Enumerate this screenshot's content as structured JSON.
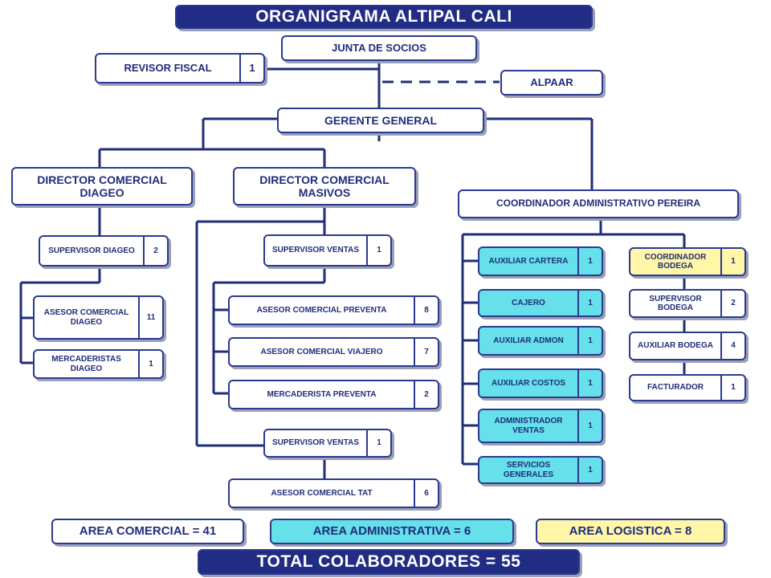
{
  "title": "ORGANIGRAMA ALTIPAL CALI",
  "junta": "JUNTA DE SOCIOS",
  "revisor": {
    "label": "REVISOR FISCAL",
    "count": "1"
  },
  "alpaar": "ALPAAR",
  "gerente": "GERENTE GENERAL",
  "dir_diageo": "DIRECTOR  COMERCIAL DIAGEO",
  "dir_masivos": "DIRECTOR COMERCIAL MASIVOS",
  "coord_admin": "COORDINADOR ADMINISTRATIVO PEREIRA",
  "diageo": {
    "supervisor": {
      "label": "SUPERVISOR DIAGEO",
      "count": "2"
    },
    "asesor": {
      "label": "ASESOR COMERCIAL DIAGEO",
      "count": "11"
    },
    "mercaderistas": {
      "label": "MERCADERISTAS DIAGEO",
      "count": "1"
    }
  },
  "masivos": {
    "supervisor1": {
      "label": "SUPERVISOR VENTAS",
      "count": "1"
    },
    "preventa": {
      "label": "ASESOR  COMERCIAL PREVENTA",
      "count": "8"
    },
    "viajero": {
      "label": "ASESOR   COMERCIAL  VIAJERO",
      "count": "7"
    },
    "mercaderista": {
      "label": "MERCADERISTA   PREVENTA",
      "count": "2"
    },
    "supervisor2": {
      "label": "SUPERVISOR VENTAS",
      "count": "1"
    },
    "tat": {
      "label": "ASESOR   COMERCIAL  TAT",
      "count": "6"
    }
  },
  "admin": {
    "cartera": {
      "label": "AUXILIAR CARTERA",
      "count": "1"
    },
    "cajero": {
      "label": "CAJERO",
      "count": "1"
    },
    "admon": {
      "label": "AUXILIAR ADMON",
      "count": "1"
    },
    "costos": {
      "label": "AUXILIAR COSTOS",
      "count": "1"
    },
    "adm_ventas": {
      "label": "ADMINISTRADOR VENTAS",
      "count": "1"
    },
    "servicios": {
      "label": "SERVICIOS GENERALES",
      "count": "1"
    }
  },
  "logistica": {
    "coord_bodega": {
      "label": "COORDINADOR BODEGA",
      "count": "1"
    },
    "sup_bodega": {
      "label": "SUPERVISOR BODEGA",
      "count": "2"
    },
    "aux_bodega": {
      "label": "AUXILIAR BODEGA",
      "count": "4"
    },
    "facturador": {
      "label": "FACTURADOR",
      "count": "1"
    }
  },
  "areas": {
    "comercial": "AREA COMERCIAL  = 41",
    "administrativa": "AREA  ADMINISTRATIVA = 6",
    "logistica": "AREA  LOGISTICA = 8"
  },
  "total": "TOTAL  COLABORADORES  =  55",
  "colors": {
    "navy": "#212c85",
    "cyan": "#66e0ea",
    "yellow": "#fff6a8",
    "border": "#2b3a8f"
  }
}
